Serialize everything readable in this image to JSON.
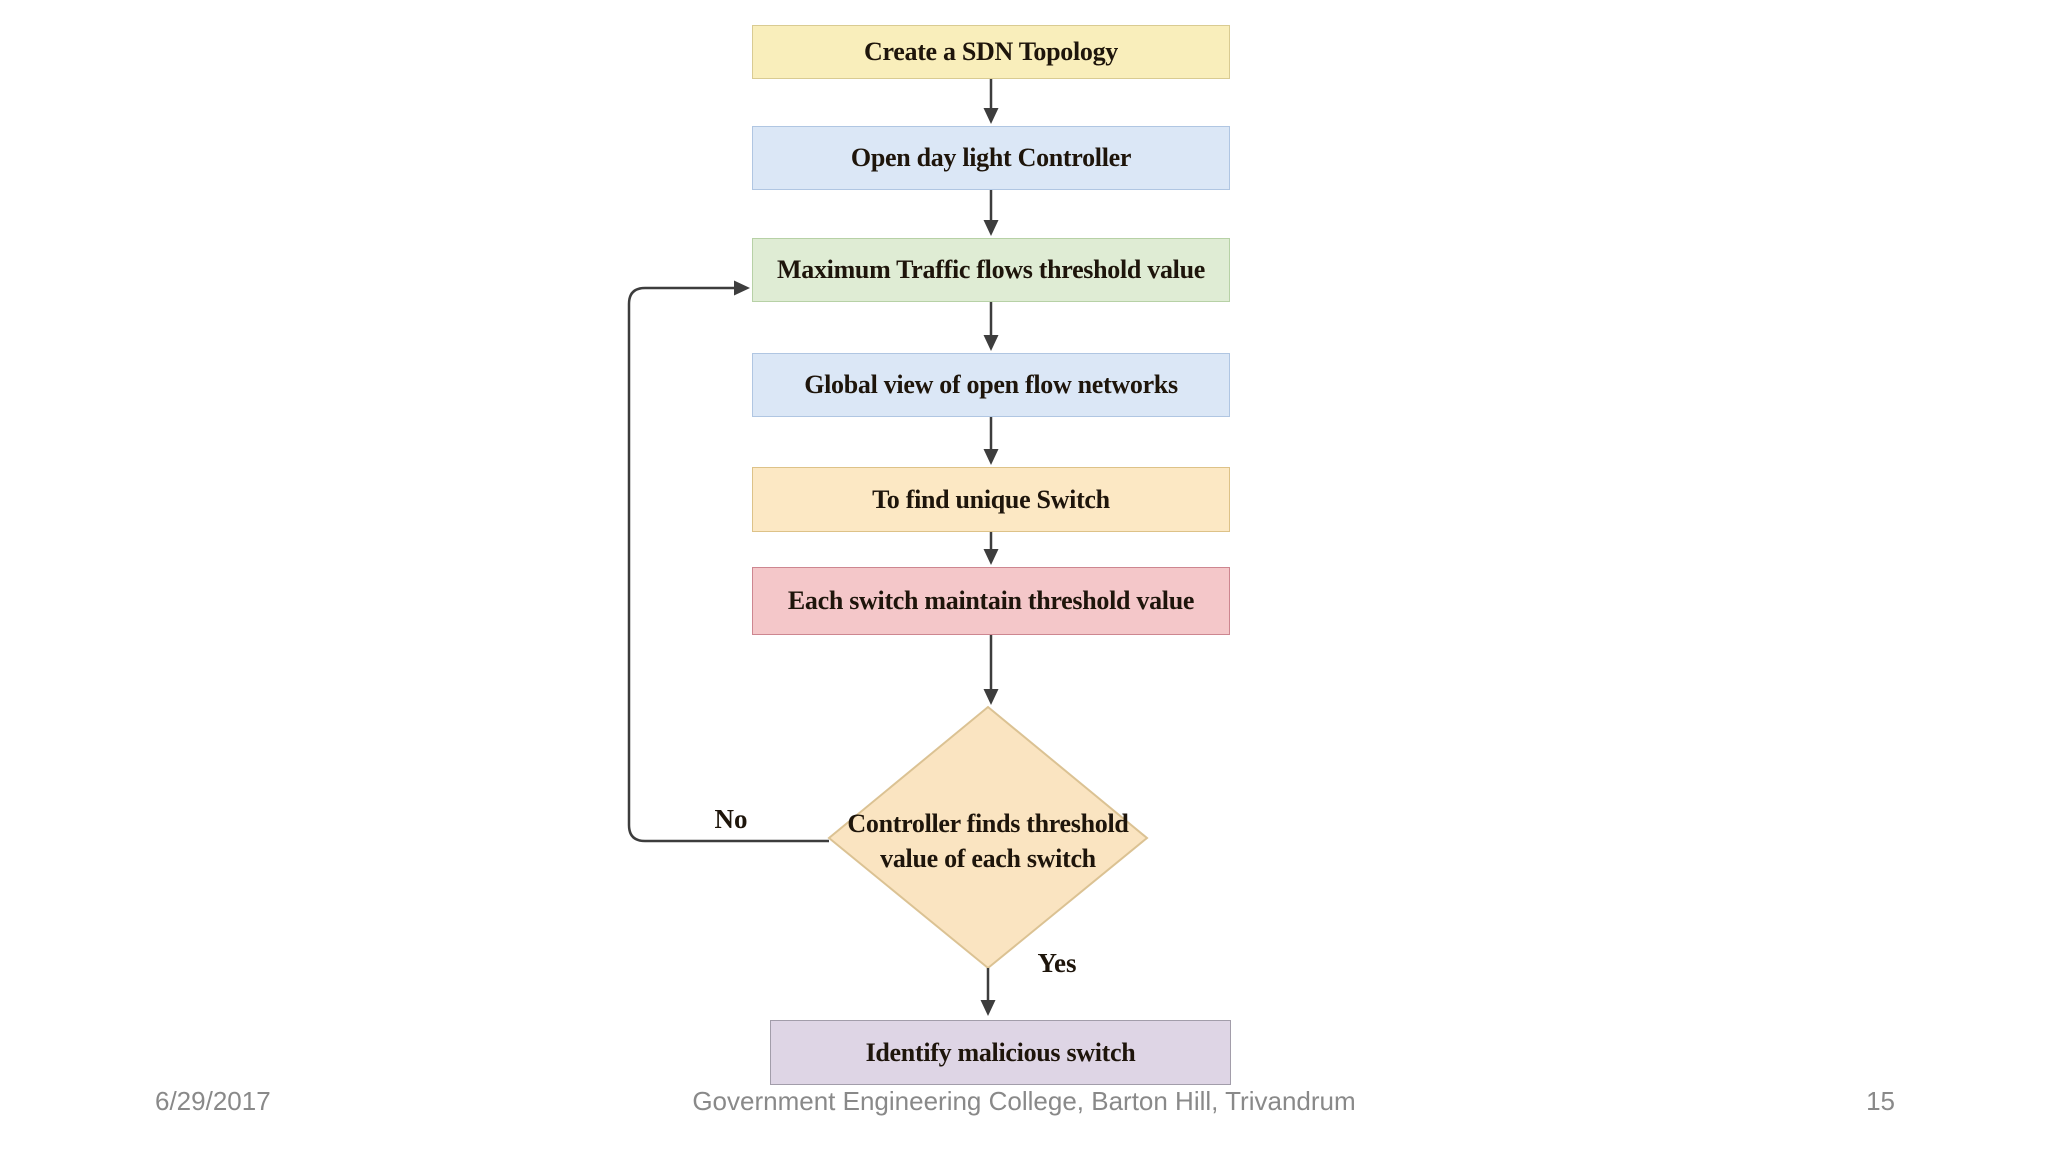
{
  "slide": {
    "background_color": "#ffffff",
    "footer": {
      "date": "6/29/2017",
      "location": "Government Engineering College, Barton Hill, Trivandrum",
      "page_number": "15",
      "text_color": "#898989"
    }
  },
  "flowchart": {
    "text_color": "#1e150b",
    "line_color": "#3d3d3d",
    "nodes": [
      {
        "id": "create-sdn-topology",
        "label": "Create a SDN Topology",
        "fill": "#f9eebb",
        "border": "#d9cb92"
      },
      {
        "id": "open-daylight-controller",
        "label": "Open day light Controller",
        "fill": "#dbe7f6",
        "border": "#b0c6e2"
      },
      {
        "id": "max-traffic-threshold",
        "label": "Maximum Traffic flows threshold value",
        "fill": "#dfecd4",
        "border": "#b7d1a6"
      },
      {
        "id": "global-view-openflow",
        "label": "Global view of open flow networks",
        "fill": "#dbe7f6",
        "border": "#b0c6e2"
      },
      {
        "id": "find-unique-switch",
        "label": "To find unique Switch",
        "fill": "#fce8c4",
        "border": "#ddc288"
      },
      {
        "id": "switch-maintain-threshold",
        "label": "Each switch maintain threshold value",
        "fill": "#f4c7c9",
        "border": "#cd8690"
      },
      {
        "id": "identify-malicious-switch",
        "label": "Identify malicious switch",
        "fill": "#ded5e5",
        "border": "#a29daa"
      }
    ],
    "decision": {
      "id": "controller-finds-threshold",
      "label": "Controller finds threshold value of each switch",
      "fill": "#fae4c1",
      "border": "#dbc293"
    },
    "branches": {
      "no_label": "No",
      "yes_label": "Yes"
    }
  }
}
